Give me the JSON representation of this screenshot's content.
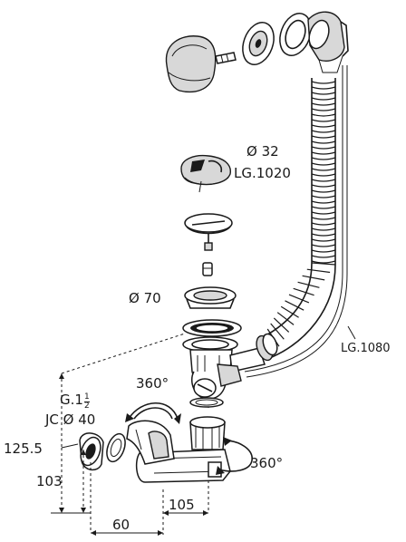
{
  "labels": {
    "overflow_diameter": "Ø 32",
    "overflow_length": "LG.1020",
    "waste_diameter": "Ø 70",
    "hose_length": "LG.1080",
    "rotation_top": "360°",
    "rotation_bottom": "360°",
    "thread_prefix": "G.1",
    "thread_num": "1",
    "thread_den": "2",
    "connection": "JC Ø 40",
    "dim_height_total": "125.5",
    "dim_height_outlet": "103",
    "dim_offset": "105",
    "dim_outlet_center": "60"
  }
}
